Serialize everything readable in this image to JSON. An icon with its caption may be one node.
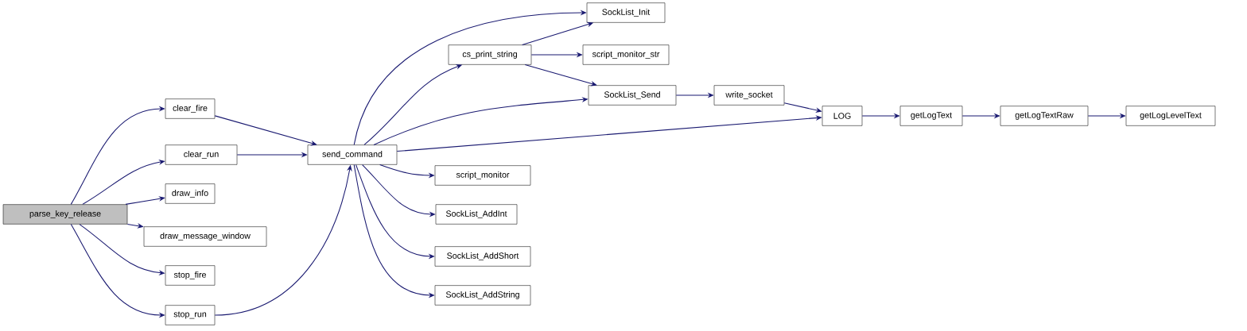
{
  "diagram": {
    "nodes": [
      {
        "text": [
          "parse_key_release"
        ]
      },
      {
        "text": [
          "clear_fire"
        ]
      },
      {
        "text": [
          "clear_run"
        ]
      },
      {
        "text": [
          "draw_info"
        ]
      },
      {
        "text": [
          "draw_message_window"
        ]
      },
      {
        "text": [
          "stop_fire"
        ]
      },
      {
        "text": [
          "stop_run"
        ]
      },
      {
        "text": [
          "send_command"
        ]
      },
      {
        "text": [
          "SockList_Init"
        ]
      },
      {
        "text": [
          "cs_print_string"
        ]
      },
      {
        "text": [
          "script_monitor_str"
        ]
      },
      {
        "text": [
          "SockList_Send"
        ]
      },
      {
        "text": [
          "write_socket"
        ]
      },
      {
        "text": [
          "LOG"
        ]
      },
      {
        "text": [
          "getLogText"
        ]
      },
      {
        "text": [
          "getLogTextRaw"
        ]
      },
      {
        "text": [
          "getLogLevelText"
        ]
      },
      {
        "text": [
          "script_monitor"
        ]
      },
      {
        "text": [
          "SockList_AddInt"
        ]
      },
      {
        "text": [
          "SockList_AddShort"
        ]
      },
      {
        "text": [
          "SockList_AddString"
        ]
      }
    ],
    "edges": [
      {
        "from": 0,
        "to": 1,
        "arrow": "to"
      },
      {
        "from": 0,
        "to": 2,
        "arrow": "to"
      },
      {
        "from": 0,
        "to": 3,
        "arrow": "to"
      },
      {
        "from": 0,
        "to": 4,
        "arrow": "to"
      },
      {
        "from": 0,
        "to": 5,
        "arrow": "to"
      },
      {
        "from": 0,
        "to": 6,
        "arrow": "to"
      },
      {
        "from": 1,
        "to": 7,
        "arrow": "to"
      },
      {
        "from": 2,
        "to": 7,
        "arrow": "to"
      },
      {
        "from": 6,
        "to": 7,
        "arrow": "to"
      },
      {
        "from": 7,
        "to": 8,
        "arrow": "to"
      },
      {
        "from": 7,
        "to": 9,
        "arrow": "to"
      },
      {
        "from": 7,
        "to": 11,
        "arrow": "to"
      },
      {
        "from": 7,
        "to": 13,
        "arrow": "to"
      },
      {
        "from": 7,
        "to": 17,
        "arrow": "to"
      },
      {
        "from": 7,
        "to": 18,
        "arrow": "to"
      },
      {
        "from": 7,
        "to": 19,
        "arrow": "to"
      },
      {
        "from": 7,
        "to": 20,
        "arrow": "to"
      },
      {
        "from": 9,
        "to": 8,
        "arrow": "to"
      },
      {
        "from": 9,
        "to": 10,
        "arrow": "to"
      },
      {
        "from": 9,
        "to": 11,
        "arrow": "to"
      },
      {
        "from": 11,
        "to": 12,
        "arrow": "to"
      },
      {
        "from": 12,
        "to": 13,
        "arrow": "to"
      },
      {
        "from": 13,
        "to": 14,
        "arrow": "to"
      },
      {
        "from": 14,
        "to": 15,
        "arrow": "to"
      },
      {
        "from": 15,
        "to": 16,
        "arrow": "to"
      }
    ]
  }
}
